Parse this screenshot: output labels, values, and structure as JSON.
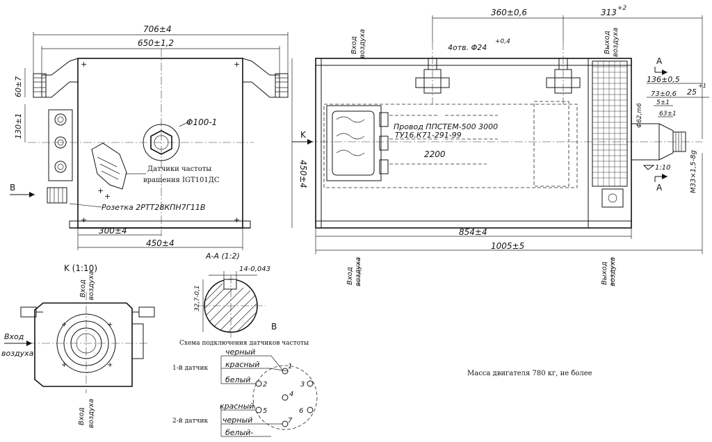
{
  "dims": {
    "d706": "706±4",
    "d650": "650±1,2",
    "d60": "60±7",
    "d130": "130±1",
    "d450v": "450±4",
    "d300": "300±4",
    "d450h": "450±4",
    "d100": "Φ100-1",
    "d360": "360±0,6",
    "d313": "313",
    "d313sup": "+2",
    "d4otv": "4отв. Φ24",
    "d4otvsup": "+0,4",
    "d136": "136±0,5",
    "d73": "73±0,6",
    "d25": "25",
    "d25sup": "+1",
    "d5": "5±1",
    "d63": "63±1",
    "d62": "Φ62,m6",
    "d110": "1:10",
    "dM33": "M33×1,5-8g",
    "d2200": "2200",
    "d854": "854±4",
    "d1005": "1005±5",
    "d14": "14-0,043",
    "d32": "32,7-0,1"
  },
  "labels": {
    "sensors_rotation_1": "Датчики частоты",
    "sensors_rotation_2": "вращения IGT101ДС",
    "socket": "Розетка 2РТТ28КПН7Г11В",
    "wire_1": "Провод ППСТЕМ-500  3000",
    "wire_2": "ТУ16.К71-291-99",
    "view_B_left": "B",
    "view_K": "K",
    "view_A_top": "A",
    "view_A_bottom": "A",
    "k_view_title": "K (1:10)",
    "aa_title": "A-A (1:2)",
    "b_title": "B",
    "air_in": "Вход",
    "air_word": "воздуха",
    "air_out": "Выход",
    "air_in_left": "Вход",
    "air_word_left": "воздуха",
    "schema_title": "Схема подключения датчиков частоты",
    "sensor1": "1-й датчик",
    "sensor2": "2-й датчик",
    "wire_black": "черный",
    "wire_red": "красный",
    "wire_white": "белый",
    "wire_red2": "красный",
    "wire_black2": "черный",
    "wire_white2": "белый-",
    "pin1": "1",
    "pin2": "2",
    "pin3": "3",
    "pin4": "4",
    "pin5": "5",
    "pin6": "6",
    "pin7": "7",
    "mass_note": "Масса двигателя 780 кг, не более"
  }
}
